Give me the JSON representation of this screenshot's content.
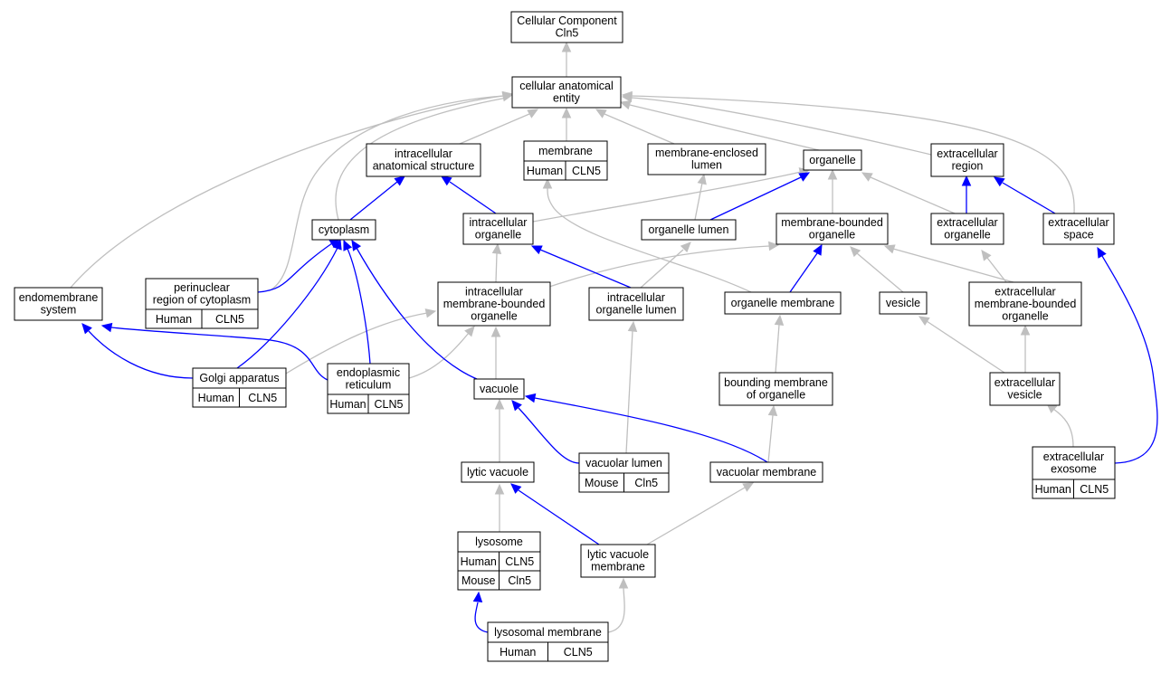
{
  "colors": {
    "human": "#ff6347",
    "mouse": "#add8e6",
    "edge_is_a": "#bfbfbf",
    "edge_part_of": "#0000ff"
  },
  "nodes": [
    {
      "id": "root",
      "lines": [
        "Cellular Component",
        "Cln5"
      ],
      "interactable": true
    },
    {
      "id": "cae",
      "lines": [
        "cellular anatomical",
        "entity"
      ],
      "interactable": true
    },
    {
      "id": "ias",
      "lines": [
        "intracellular",
        "anatomical structure"
      ],
      "interactable": true
    },
    {
      "id": "membrane",
      "lines": [
        "membrane"
      ],
      "interactable": true,
      "annotations": [
        [
          {
            "text": "Human",
            "species": "human"
          },
          {
            "text": "CLN5",
            "species": "human"
          }
        ]
      ]
    },
    {
      "id": "mel",
      "lines": [
        "membrane-enclosed",
        "lumen"
      ],
      "interactable": true
    },
    {
      "id": "organelle",
      "lines": [
        "organelle"
      ],
      "interactable": true
    },
    {
      "id": "ecr",
      "lines": [
        "extracellular",
        "region"
      ],
      "interactable": true
    },
    {
      "id": "cytoplasm",
      "lines": [
        "cytoplasm"
      ],
      "interactable": true
    },
    {
      "id": "io",
      "lines": [
        "intracellular",
        "organelle"
      ],
      "interactable": true
    },
    {
      "id": "olumen",
      "lines": [
        "organelle lumen"
      ],
      "interactable": true
    },
    {
      "id": "mbo",
      "lines": [
        "membrane-bounded",
        "organelle"
      ],
      "interactable": true
    },
    {
      "id": "eco",
      "lines": [
        "extracellular",
        "organelle"
      ],
      "interactable": true
    },
    {
      "id": "ecs",
      "lines": [
        "extracellular",
        "space"
      ],
      "interactable": true
    },
    {
      "id": "endo",
      "lines": [
        "endomembrane",
        "system"
      ],
      "interactable": true
    },
    {
      "id": "perinuc",
      "lines": [
        "perinuclear",
        "region of cytoplasm"
      ],
      "interactable": true,
      "annotations": [
        [
          {
            "text": "Human",
            "species": "human"
          },
          {
            "text": "CLN5",
            "species": "human"
          }
        ]
      ]
    },
    {
      "id": "imbo",
      "lines": [
        "intracellular",
        "membrane-bounded",
        "organelle"
      ],
      "interactable": true
    },
    {
      "id": "iol",
      "lines": [
        "intracellular",
        "organelle lumen"
      ],
      "interactable": true
    },
    {
      "id": "omem",
      "lines": [
        "organelle membrane"
      ],
      "interactable": true
    },
    {
      "id": "vesicle",
      "lines": [
        "vesicle"
      ],
      "interactable": true
    },
    {
      "id": "ecmbo",
      "lines": [
        "extracellular",
        "membrane-bounded",
        "organelle"
      ],
      "interactable": true
    },
    {
      "id": "golgi",
      "lines": [
        "Golgi apparatus"
      ],
      "interactable": true,
      "annotations": [
        [
          {
            "text": "Human",
            "species": "human"
          },
          {
            "text": "CLN5",
            "species": "human"
          }
        ]
      ]
    },
    {
      "id": "er",
      "lines": [
        "endoplasmic",
        "reticulum"
      ],
      "interactable": true,
      "annotations": [
        [
          {
            "text": "Human",
            "species": "human"
          },
          {
            "text": "CLN5",
            "species": "human"
          }
        ]
      ]
    },
    {
      "id": "vacuole",
      "lines": [
        "vacuole"
      ],
      "interactable": true
    },
    {
      "id": "bmo",
      "lines": [
        "bounding membrane",
        "of organelle"
      ],
      "interactable": true
    },
    {
      "id": "ecv",
      "lines": [
        "extracellular",
        "vesicle"
      ],
      "interactable": true
    },
    {
      "id": "vlumen",
      "lines": [
        "vacuolar lumen"
      ],
      "interactable": true,
      "annotations": [
        [
          {
            "text": "Mouse",
            "species": "mouse"
          },
          {
            "text": "Cln5",
            "species": "mouse"
          }
        ]
      ]
    },
    {
      "id": "vmem",
      "lines": [
        "vacuolar membrane"
      ],
      "interactable": true
    },
    {
      "id": "lvac",
      "lines": [
        "lytic vacuole"
      ],
      "interactable": true
    },
    {
      "id": "exosome",
      "lines": [
        "extracellular",
        "exosome"
      ],
      "interactable": true,
      "annotations": [
        [
          {
            "text": "Human",
            "species": "human"
          },
          {
            "text": "CLN5",
            "species": "human"
          }
        ]
      ]
    },
    {
      "id": "lysosome",
      "lines": [
        "lysosome"
      ],
      "interactable": true,
      "annotations": [
        [
          {
            "text": "Human",
            "species": "human"
          },
          {
            "text": "CLN5",
            "species": "human"
          }
        ],
        [
          {
            "text": "Mouse",
            "species": "mouse"
          },
          {
            "text": "Cln5",
            "species": "mouse"
          }
        ]
      ]
    },
    {
      "id": "lvm",
      "lines": [
        "lytic vacuole",
        "membrane"
      ],
      "interactable": true
    },
    {
      "id": "lysomem",
      "lines": [
        "lysosomal membrane"
      ],
      "interactable": true,
      "annotations": [
        [
          {
            "text": "Human",
            "species": "human"
          },
          {
            "text": "CLN5",
            "species": "human"
          }
        ]
      ]
    }
  ],
  "edges": [
    {
      "from": "cae",
      "to": "root",
      "relation": "is_a"
    },
    {
      "from": "ias",
      "to": "cae",
      "relation": "is_a"
    },
    {
      "from": "membrane",
      "to": "cae",
      "relation": "is_a"
    },
    {
      "from": "mel",
      "to": "cae",
      "relation": "is_a"
    },
    {
      "from": "organelle",
      "to": "cae",
      "relation": "is_a"
    },
    {
      "from": "ecr",
      "to": "cae",
      "relation": "is_a"
    },
    {
      "from": "endo",
      "to": "cae",
      "relation": "is_a"
    },
    {
      "from": "perinuc",
      "to": "cae",
      "relation": "is_a"
    },
    {
      "from": "cytoplasm",
      "to": "cae",
      "relation": "is_a"
    },
    {
      "from": "ecs",
      "to": "cae",
      "relation": "is_a"
    },
    {
      "from": "cytoplasm",
      "to": "ias",
      "relation": "part_of"
    },
    {
      "from": "io",
      "to": "ias",
      "relation": "part_of"
    },
    {
      "from": "io",
      "to": "organelle",
      "relation": "is_a"
    },
    {
      "from": "olumen",
      "to": "mel",
      "relation": "is_a"
    },
    {
      "from": "olumen",
      "to": "organelle",
      "relation": "part_of"
    },
    {
      "from": "mbo",
      "to": "organelle",
      "relation": "is_a"
    },
    {
      "from": "eco",
      "to": "organelle",
      "relation": "is_a"
    },
    {
      "from": "eco",
      "to": "ecr",
      "relation": "part_of"
    },
    {
      "from": "ecs",
      "to": "ecr",
      "relation": "part_of"
    },
    {
      "from": "perinuc",
      "to": "cytoplasm",
      "relation": "part_of"
    },
    {
      "from": "imbo",
      "to": "io",
      "relation": "is_a"
    },
    {
      "from": "imbo",
      "to": "mbo",
      "relation": "is_a"
    },
    {
      "from": "iol",
      "to": "io",
      "relation": "part_of"
    },
    {
      "from": "iol",
      "to": "olumen",
      "relation": "is_a"
    },
    {
      "from": "omem",
      "to": "membrane",
      "relation": "is_a"
    },
    {
      "from": "omem",
      "to": "mbo",
      "relation": "part_of"
    },
    {
      "from": "vesicle",
      "to": "mbo",
      "relation": "is_a"
    },
    {
      "from": "ecmbo",
      "to": "mbo",
      "relation": "is_a"
    },
    {
      "from": "ecmbo",
      "to": "eco",
      "relation": "is_a"
    },
    {
      "from": "golgi",
      "to": "cytoplasm",
      "relation": "part_of"
    },
    {
      "from": "golgi",
      "to": "endo",
      "relation": "part_of"
    },
    {
      "from": "golgi",
      "to": "imbo",
      "relation": "is_a"
    },
    {
      "from": "er",
      "to": "cytoplasm",
      "relation": "part_of"
    },
    {
      "from": "er",
      "to": "endo",
      "relation": "part_of"
    },
    {
      "from": "er",
      "to": "imbo",
      "relation": "is_a"
    },
    {
      "from": "vacuole",
      "to": "cytoplasm",
      "relation": "part_of"
    },
    {
      "from": "vacuole",
      "to": "imbo",
      "relation": "is_a"
    },
    {
      "from": "bmo",
      "to": "omem",
      "relation": "is_a"
    },
    {
      "from": "ecv",
      "to": "vesicle",
      "relation": "is_a"
    },
    {
      "from": "ecv",
      "to": "ecmbo",
      "relation": "is_a"
    },
    {
      "from": "vlumen",
      "to": "vacuole",
      "relation": "part_of"
    },
    {
      "from": "vlumen",
      "to": "iol",
      "relation": "is_a"
    },
    {
      "from": "vmem",
      "to": "vacuole",
      "relation": "part_of"
    },
    {
      "from": "vmem",
      "to": "bmo",
      "relation": "is_a"
    },
    {
      "from": "lvac",
      "to": "vacuole",
      "relation": "is_a"
    },
    {
      "from": "exosome",
      "to": "ecv",
      "relation": "is_a"
    },
    {
      "from": "exosome",
      "to": "ecs",
      "relation": "part_of"
    },
    {
      "from": "lysosome",
      "to": "lvac",
      "relation": "is_a"
    },
    {
      "from": "lvm",
      "to": "lvac",
      "relation": "part_of"
    },
    {
      "from": "lvm",
      "to": "vmem",
      "relation": "is_a"
    },
    {
      "from": "lysomem",
      "to": "lysosome",
      "relation": "part_of"
    },
    {
      "from": "lysomem",
      "to": "lvm",
      "relation": "is_a"
    }
  ]
}
